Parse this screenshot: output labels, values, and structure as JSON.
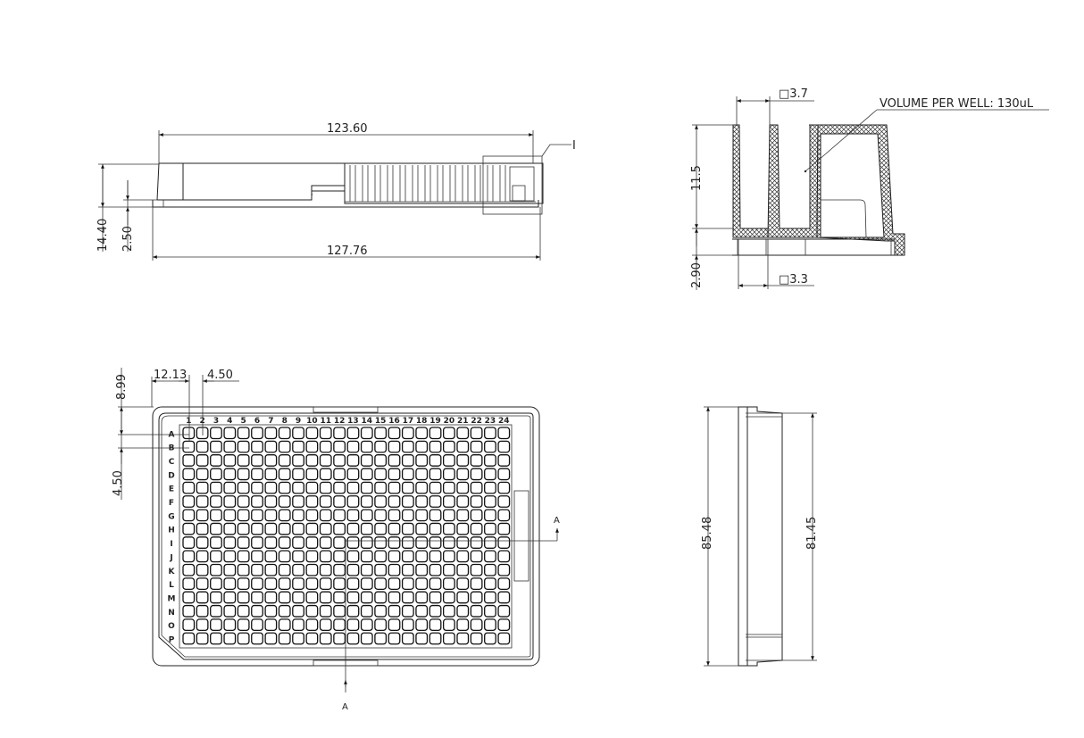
{
  "side_view": {
    "dims": {
      "top_length": "123.60",
      "bottom_length": "127.76",
      "total_height": "14.40",
      "flange_height": "2.50"
    },
    "detail_callout": "I"
  },
  "section_view": {
    "dims": {
      "well_top_width": "□3.7",
      "well_bottom_width": "□3.3",
      "well_depth": "11.5",
      "base_height": "2.90"
    },
    "note": "VOLUME PER WELL: 130uL"
  },
  "top_view": {
    "dims": {
      "a1_offset_x": "12.13",
      "well_pitch_x": "4.50",
      "a1_offset_y": "8.99",
      "well_pitch_y": "4.50"
    },
    "columns": [
      "1",
      "2",
      "3",
      "4",
      "5",
      "6",
      "7",
      "8",
      "9",
      "10",
      "11",
      "12",
      "13",
      "14",
      "15",
      "16",
      "17",
      "18",
      "19",
      "20",
      "21",
      "22",
      "23",
      "24"
    ],
    "rows": [
      "A",
      "B",
      "C",
      "D",
      "E",
      "F",
      "G",
      "H",
      "I",
      "J",
      "K",
      "L",
      "M",
      "N",
      "O",
      "P"
    ],
    "section_marker": "A",
    "section_marker_bottom": "A"
  },
  "end_view": {
    "dims": {
      "overall_width": "85.48",
      "top_width": "81.45"
    }
  }
}
